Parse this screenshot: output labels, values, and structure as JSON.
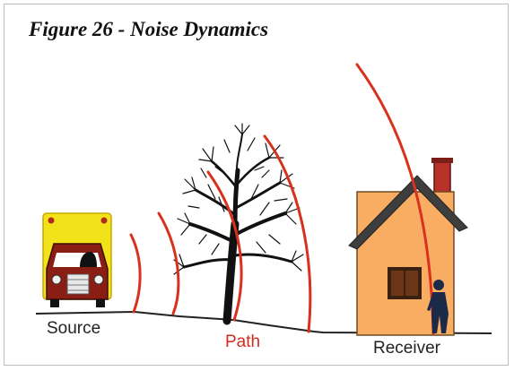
{
  "figure": {
    "title": "Figure 26 - Noise Dynamics"
  },
  "labels": {
    "source": "Source",
    "path": "Path",
    "receiver": "Receiver"
  },
  "colors": {
    "wave": "#d8311e",
    "truck_body": "#f2e21a",
    "truck_cab": "#8a1e14",
    "house_wall": "#f9ad63",
    "roof": "#3e3e3e",
    "chimney": "#b8322a",
    "tree": "#111111"
  },
  "icons": [
    "truck-icon",
    "tree-icon",
    "house-icon",
    "person-icon"
  ]
}
